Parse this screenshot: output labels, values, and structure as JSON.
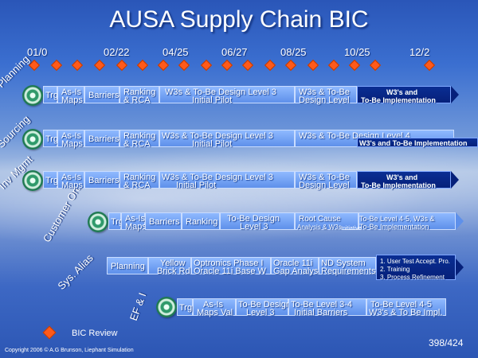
{
  "title": "AUSA Supply Chain BIC",
  "dates": [
    "01/0",
    "02/22",
    "04/25",
    "06/27",
    "08/25",
    "10/25",
    "12/2"
  ],
  "swimlanes": {
    "planning": "Planning",
    "sourcing": "Sourcing",
    "inv_mgmt": "Inv Mgmt",
    "customer_order": "Customer Order",
    "sys_alias": "Sys. Alias",
    "ef": "EF & I"
  },
  "rows": {
    "r1": {
      "trg": "Trg",
      "asis": [
        "As-Is",
        "Maps"
      ],
      "barriers": "Barriers",
      "ranking": [
        "Ranking",
        "& RCA"
      ],
      "w3s": "W3s & To-Be Design Level 3",
      "pilot": "Initial Pilot",
      "w3s2": [
        "W3s & To-Be",
        "Design Level"
      ],
      "impl": [
        "W3's and",
        "To-Be Implementation"
      ]
    },
    "r2": {
      "trg": "Trg",
      "asis": [
        "As-Is",
        "Maps"
      ],
      "barriers": "Barriers",
      "ranking": [
        "Ranking",
        "& RCA"
      ],
      "w3s": "W3s & To-Be Design Level 3",
      "pilot": "Initial Pilot",
      "w3s2": "W3s & To-Be Design Level 4",
      "impl": "W3's and To-Be Implementation"
    },
    "r3": {
      "trg": "Trg",
      "asis": [
        "As-Is",
        "Maps"
      ],
      "barriers": "Barriers",
      "ranking": [
        "Ranking",
        "& RCA"
      ],
      "w3s": "W3s & To-Be Design Level 3",
      "pilot": "Initial Pilot",
      "w3s2": [
        "W3s & To-Be",
        "Design Level"
      ],
      "impl": [
        "W3's and",
        "To-Be Implementation"
      ]
    },
    "r4": {
      "trg": "Trg",
      "asis": [
        "As-Is",
        "Maps"
      ],
      "barriers": "Barriers",
      "ranking": "Ranking",
      "design": [
        "To-Be Design",
        "Level 3"
      ],
      "rootcause": [
        "Root Cause",
        "Analysis & W3s"
      ],
      "impl": [
        "To-Be Level 4-5, W3s &",
        "To-Be Implementation"
      ],
      "initiative": "Initiative"
    },
    "r5": {
      "planning": "Planning",
      "yellow": [
        "Yellow",
        "Brick Rd"
      ],
      "optronics": [
        "Optronics Phase I",
        "Oracle 11i Base W"
      ],
      "oracle": [
        "Oracle 11i",
        "Gap Analys"
      ],
      "nd": [
        "ND System",
        "Requirements"
      ],
      "list": [
        "1. User Test Accept. Pro.",
        "2. Training",
        "3. Process Refinement"
      ]
    },
    "r6": {
      "trg": "Trg",
      "asis": [
        "As-Is",
        "Maps Val"
      ],
      "design": [
        "To-Be Design",
        "Level 3"
      ],
      "level34": [
        "To-Be Level 3-4",
        "Initial Barriers"
      ],
      "level45": [
        "To-Be Level 4-5",
        "W3's & To Be Impl."
      ]
    }
  },
  "legend": "BIC Review",
  "copyright": "Copyright 2006 © A.G Brunson, Liephant Simulation",
  "page": "398/424",
  "colors": {
    "milestone": "#ff5a1a",
    "bar_light": "#8fb9ff",
    "bar_dark": "#0a2e93"
  }
}
